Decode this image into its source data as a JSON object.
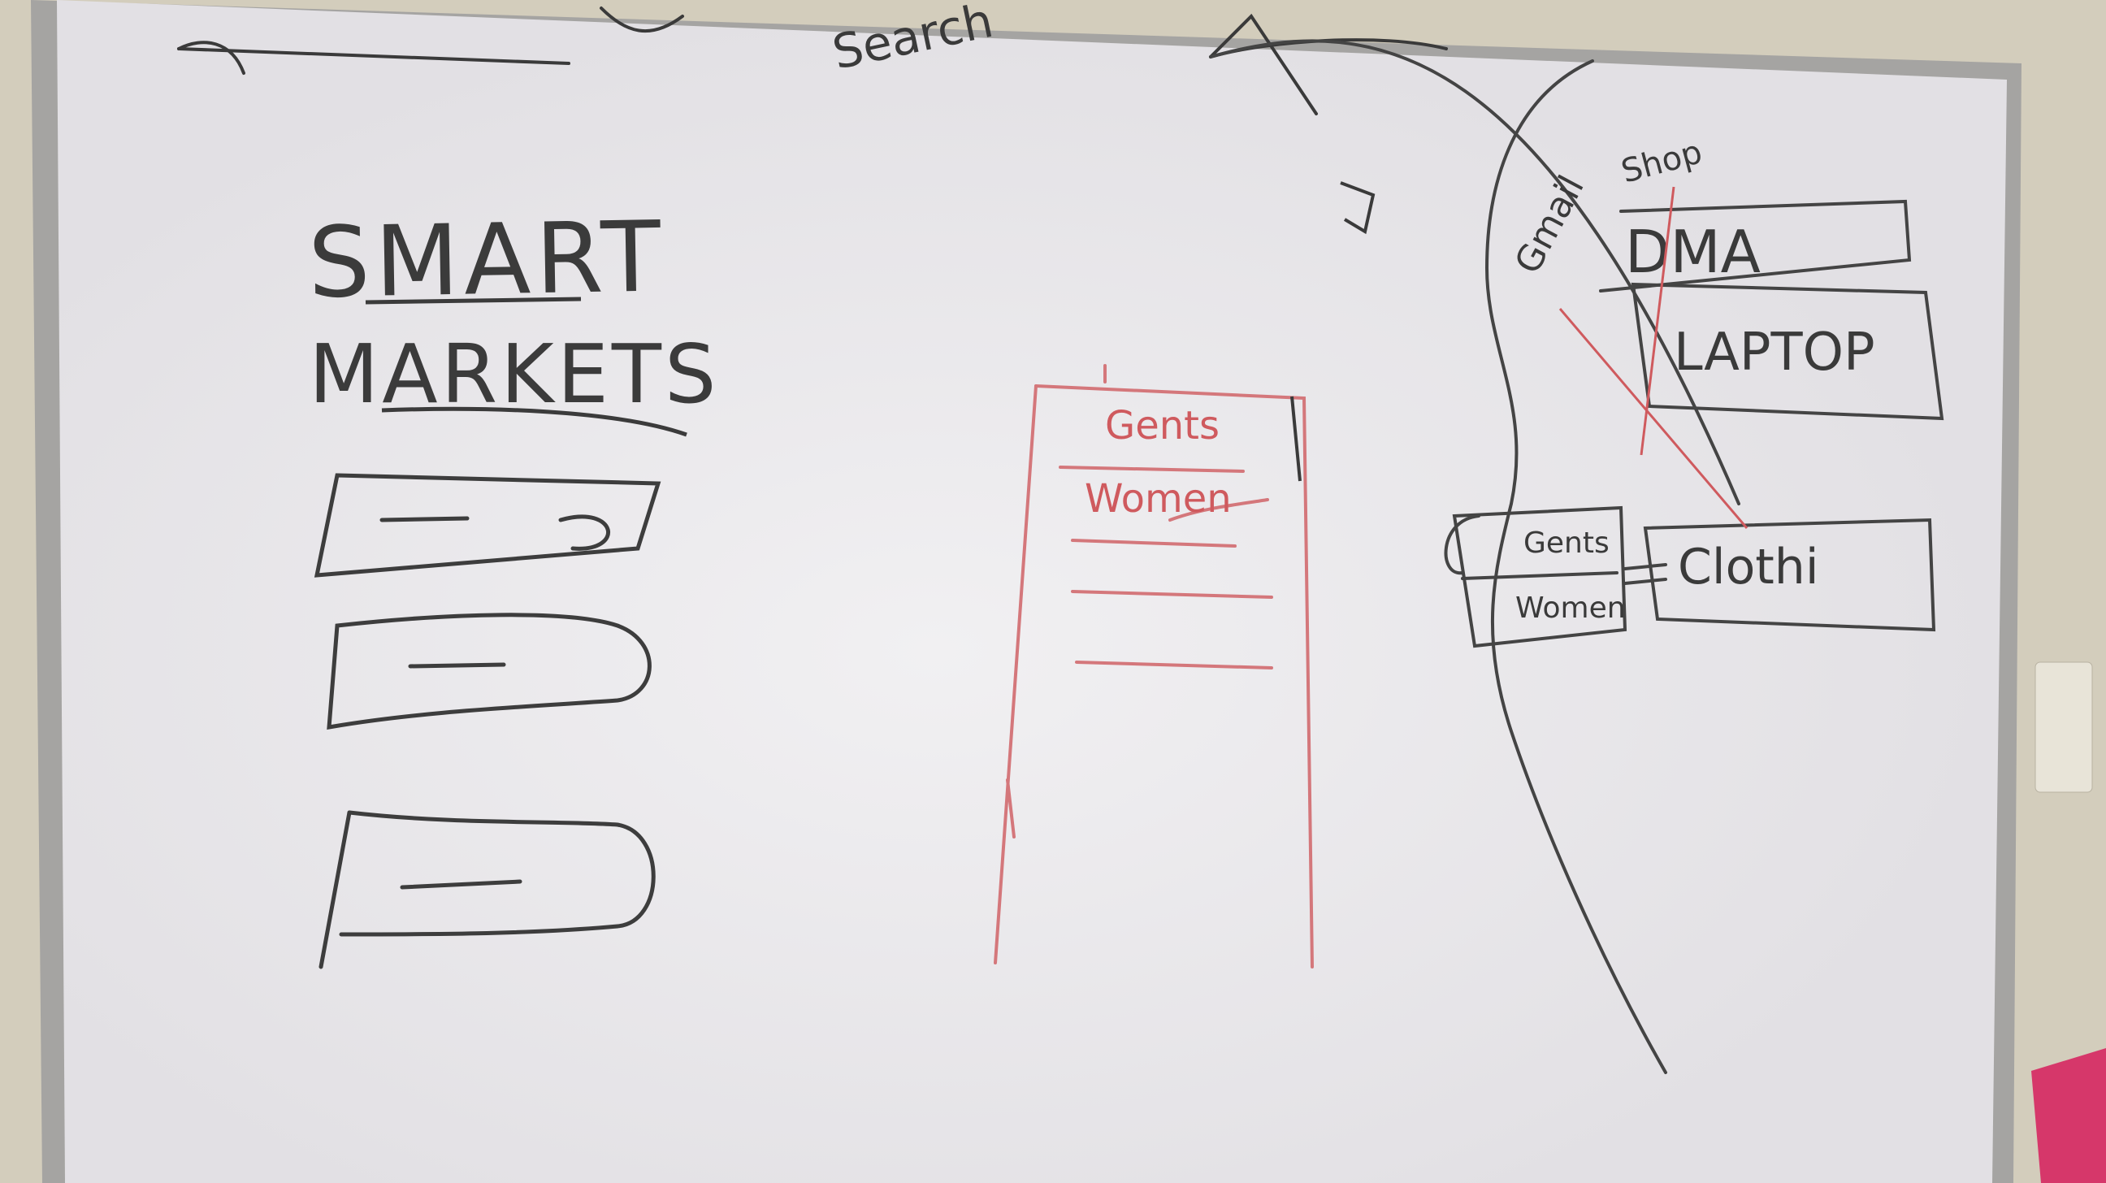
{
  "board": {
    "title": "SMART",
    "subtitle": "MARKETS",
    "top_scribble": "Search",
    "sidebar_words": [
      "Gmail",
      "Shop"
    ],
    "category_top": "DMA",
    "category_laptop": "LAPTOP",
    "category_clothes": "Clothi",
    "small_box": [
      "Gents",
      "Women"
    ],
    "pink_list_items": [
      "Gents",
      "Women"
    ]
  },
  "colors": {
    "board": "#e9e8ea",
    "marker_black": "#3a3a3a",
    "marker_red": "#cf5a5e",
    "frame": "#9a9a98"
  }
}
